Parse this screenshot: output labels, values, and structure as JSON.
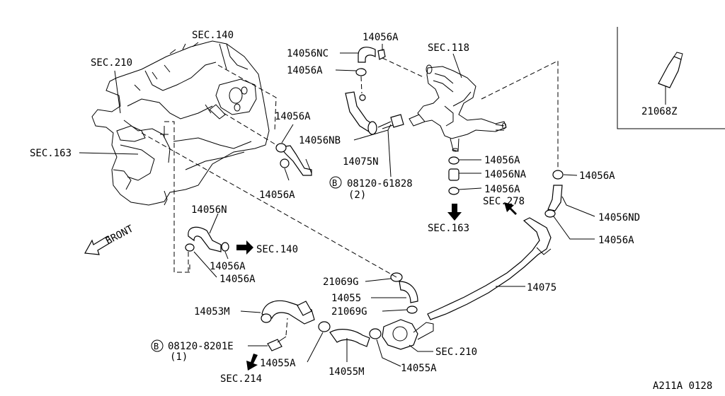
{
  "labels": {
    "sec140_top": "SEC.140",
    "sec210_top": "SEC.210",
    "sec163_left": "SEC.163",
    "sec118": "SEC.118",
    "p14056nc": "14056NC",
    "p14056a_top_right": "14056A",
    "p14056a_top_left": "14056A",
    "p14056a_mid": "14056A",
    "p14056nb": "14056NB",
    "p14075n": "14075N",
    "p14056a_low_mid": "14056A",
    "bolt1_code": "08120-61828",
    "bolt1_qty": "(2)",
    "p14056a_r1": "14056A",
    "p14056na": "14056NA",
    "p14056a_r2": "14056A",
    "p14056a_far_right": "14056A",
    "sec278": "SEC.278",
    "p14056nd": "14056ND",
    "sec163_right": "SEC.163",
    "p14056a_far_right2": "14056A",
    "p14056n": "14056N",
    "sec140_mid": "SEC.140",
    "p14056a_n1": "14056A",
    "p14056a_n2": "14056A",
    "front": "FRONT",
    "p21069g_1": "21069G",
    "p14055": "14055",
    "p21069g_2": "21069G",
    "p14075": "14075",
    "p14053m": "14053M",
    "bolt2_code": "08120-8201E",
    "bolt2_qty": "(1)",
    "p14055a_1": "14055A",
    "p14055m": "14055M",
    "p14055a_2": "14055A",
    "sec210_low": "SEC.210",
    "sec214": "SEC.214",
    "p21068z": "21068Z",
    "diagram_code": "A211A 0128",
    "bolt_symbol": "B"
  }
}
